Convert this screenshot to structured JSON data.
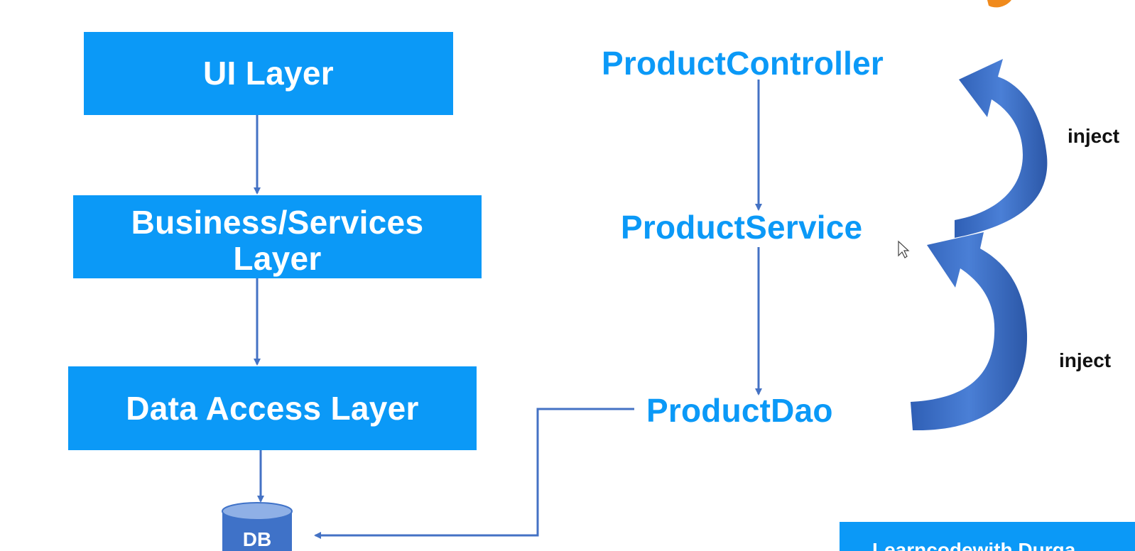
{
  "layers": {
    "ui": [
      "UI Layer"
    ],
    "business": [
      "Business/Services",
      "Layer"
    ],
    "data_access": [
      "Data Access Layer"
    ],
    "db": "DB"
  },
  "classes": {
    "controller": "ProductController",
    "service": "ProductService",
    "dao": "ProductDao"
  },
  "inject_labels": [
    "inject",
    "inject"
  ],
  "banner": "Learncodewith Durga",
  "colors": {
    "box_fill": "#0b99f7",
    "text_blue": "#0b99f7",
    "connector": "#4472c4",
    "curved_arrow": "#3d6fc5",
    "db_top": "#8fb0e6",
    "db_body": "#3f72c8"
  }
}
